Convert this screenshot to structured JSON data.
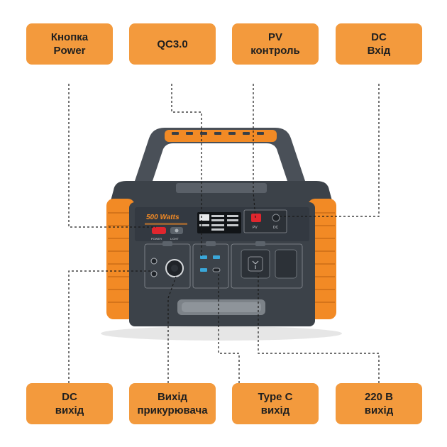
{
  "labels": {
    "power_button": "Кнопка\nPower",
    "qc30": "QC3.0",
    "pv_control": "PV\nконтроль",
    "dc_input": "DC\nВхід",
    "dc_output": "DC\nвихід",
    "car_output": "Вихід\nприкурювача",
    "typec_output": "Type C\nвихід",
    "ac_output": "220 В\nвихід"
  },
  "device": {
    "brand_text": "500 Watts",
    "power_button_caption": "POWER",
    "light_button_caption": "LIGHT",
    "pv_caption": "PV",
    "dc_caption": "DC"
  },
  "colors": {
    "label_fill": "#F39A3D",
    "device_orange": "#F28A25",
    "device_body": "#3C4249",
    "handle": "#4A5058",
    "power_red": "#E0262E"
  }
}
